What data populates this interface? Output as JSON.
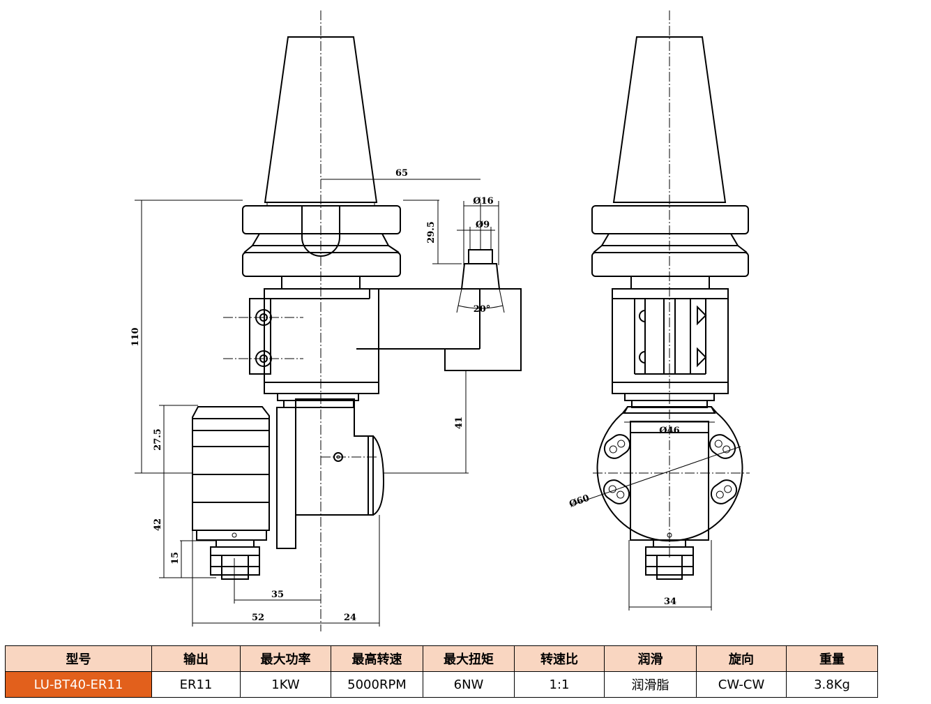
{
  "drawing": {
    "dims": {
      "d65": "65",
      "d16": "Ø16",
      "d9": "Ø9",
      "d29_5": "29.5",
      "d20deg": "20°",
      "d110": "110",
      "d27_5": "27.5",
      "d41": "41",
      "d42": "42",
      "d15": "15",
      "d35": "35",
      "d52": "52",
      "d24": "24",
      "d46": "Ø46",
      "d60": "Ø60",
      "d34": "34"
    }
  },
  "table": {
    "headers": [
      "型号",
      "输出",
      "最大功率",
      "最高转速",
      "最大扭矩",
      "转速比",
      "润滑",
      "旋向",
      "重量"
    ],
    "row": [
      "LU-BT40-ER11",
      "ER11",
      "1KW",
      "5000RPM",
      "6NW",
      "1:1",
      "润滑脂",
      "CW-CW",
      "3.8Kg"
    ]
  },
  "colors": {
    "header_bg": "#f9d6c1",
    "model_bg": "#e2601c"
  }
}
